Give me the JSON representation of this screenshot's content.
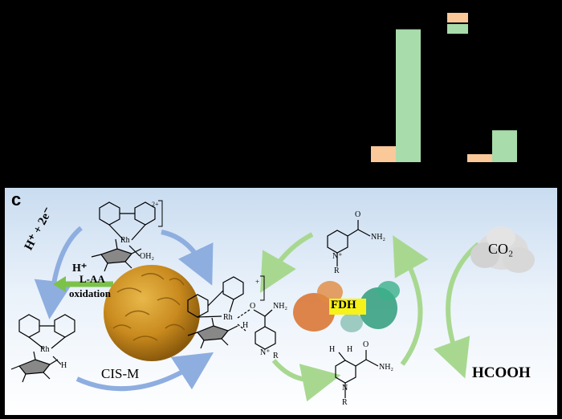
{
  "chart_data": {
    "type": "bar",
    "categories": [
      "",
      ""
    ],
    "series": [
      {
        "name": "",
        "color": "#fbc89a",
        "values": [
          1.2,
          0.6
        ]
      },
      {
        "name": "",
        "color": "#a8dcab",
        "values": [
          10.0,
          2.4
        ]
      }
    ],
    "ylim": [
      0,
      11
    ]
  },
  "panel_c": {
    "label": "c",
    "electron_label": "H⁺ + 2e⁻",
    "hplus_label": "H⁺",
    "laa_label": "L-AA",
    "oxidation_label": "oxidation",
    "catalyst_label": "CIS-M",
    "enzyme_label": "FDH",
    "co2_label": "CO₂",
    "product_label": "HCOOH",
    "atom_labels": {
      "rh": "Rh",
      "oh2": "OH₂",
      "h": "H",
      "n": "N",
      "nplus": "N⁺",
      "r": "R",
      "o": "O",
      "nh2": "NH₂",
      "charge2": "2+",
      "charge1": "+"
    }
  },
  "colors": {
    "blue_arrow": "#8eaee0",
    "green_arrow": "#a8d890",
    "laa_arrow": "#7cc24a",
    "catalyst": "#c98a1e",
    "highlight": "#f6f21a"
  }
}
